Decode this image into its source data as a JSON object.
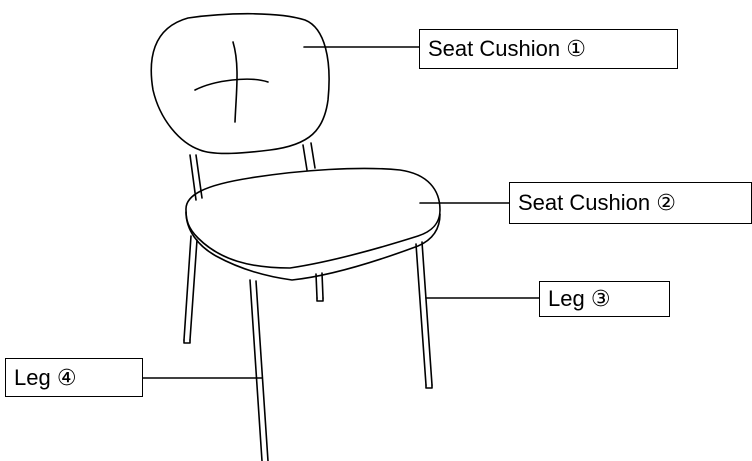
{
  "labels": {
    "seat_cushion_1": "Seat Cushion ①",
    "seat_cushion_2": "Seat Cushion ②",
    "leg_3": "Leg ③",
    "leg_4": "Leg ④"
  },
  "colors": {
    "line": "#000000",
    "background": "#ffffff"
  }
}
